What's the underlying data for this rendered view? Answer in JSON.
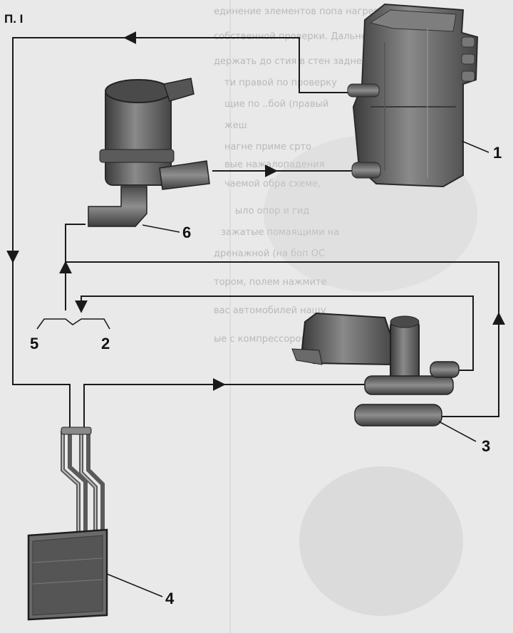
{
  "figure": {
    "label": "П. I"
  },
  "components": [
    {
      "id": "heater",
      "number": "1"
    },
    {
      "id": "branch-in",
      "number": "2"
    },
    {
      "id": "valve",
      "number": "3"
    },
    {
      "id": "radiator",
      "number": "4"
    },
    {
      "id": "branch-out",
      "number": "5"
    },
    {
      "id": "pump",
      "number": "6"
    }
  ],
  "colors": {
    "background": "#e9e9e9",
    "line": "#1a1a1a",
    "part_dark": "#3a3a3a",
    "part_mid": "#6e6e6e",
    "part_light": "#9a9a9a"
  },
  "background_text": [
    "единение элементов попа нагрева",
    "собственной проверки. Дальнейшая",
    "держать до стия в стен заднее только",
    "ти правой по проверку",
    "щие по ..бой (правый",
    "жеш",
    "нагне приме срто",
    "вые нажалопадения",
    "чаемой обра схеме,",
    "ыло опор и гид",
    "зажатые помаящими на",
    "дренажной (на боп OC",
    "тором, полем нажмите",
    "вас автомобилей нащу",
    "ые с компрессором полов"
  ]
}
